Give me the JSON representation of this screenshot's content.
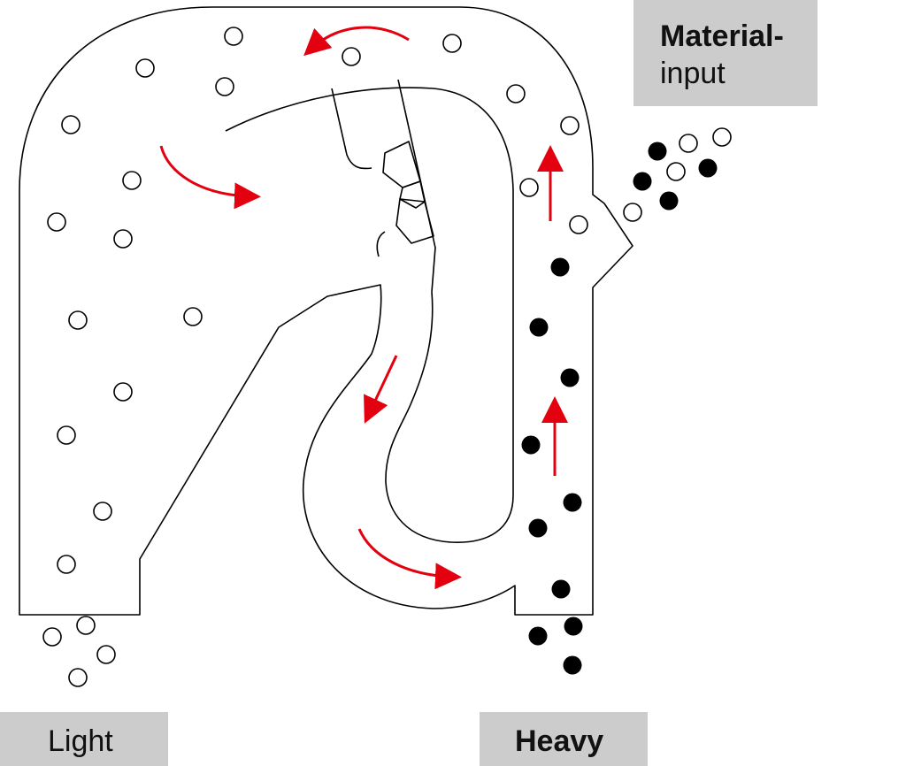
{
  "labels": {
    "material_input_line1": "Material-",
    "material_input_line2": "input",
    "light": "Light",
    "heavy": "Heavy"
  },
  "colors": {
    "housing_stroke": "#000000",
    "flow_arrow": "#e3000f",
    "label_box": "#cccccc",
    "light_particle_fill": "#ffffff",
    "heavy_particle_fill": "#000000"
  },
  "legend_semantics": {
    "light_particles": "hollow circles",
    "heavy_particles": "filled circles",
    "flow_arrows": "red arrows"
  }
}
